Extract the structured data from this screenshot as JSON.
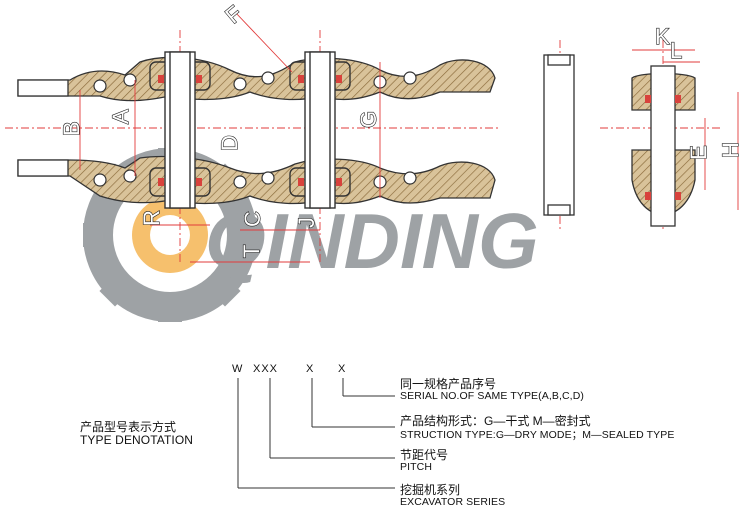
{
  "watermark": {
    "text": "QINDING",
    "color": "#8e9296",
    "accent": "#f3b04a"
  },
  "colors": {
    "hatch": "#d9c39a",
    "seal": "#d8423c",
    "outline": "#333333",
    "dim_line": "#e23b3b"
  },
  "dimensions": {
    "F": "F",
    "B": "B",
    "A": "A",
    "D": "D",
    "R": "R",
    "C": "C",
    "T": "T",
    "J": "J",
    "G": "G",
    "K": "K",
    "L": "L",
    "E": "E",
    "H": "H"
  },
  "denotation": {
    "title_cn": "产品型号表示方式",
    "title_en": "TYPE DENOTATION",
    "code": {
      "w": "W",
      "xxx": "XXX",
      "x1": "X",
      "x2": "X"
    },
    "items": [
      {
        "cn": "同一规格产品序号",
        "en": "SERIAL   NO.OF SAME TYPE(A,B,C,D)"
      },
      {
        "cn": "产品结构形式：G—干式  M—密封式",
        "en": "STRUCTION TYPE:G—DRY MODE；M—SEALED TYPE"
      },
      {
        "cn": "节距代号",
        "en": "PITCH"
      },
      {
        "cn": "挖掘机系列",
        "en": "EXCAVATOR SERIES"
      }
    ]
  }
}
